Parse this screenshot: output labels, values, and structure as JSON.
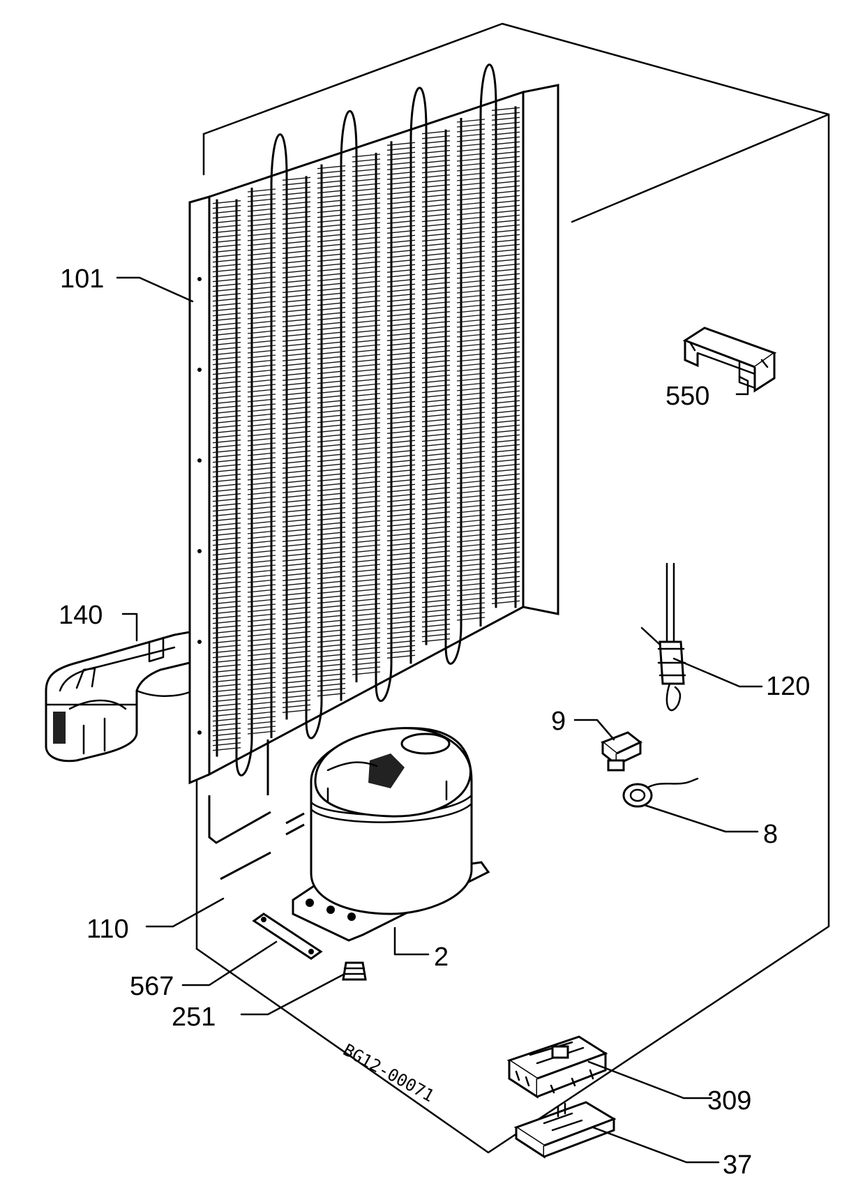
{
  "drawing_code": "BG12-00071",
  "parts": [
    {
      "id": "p101",
      "number": "101"
    },
    {
      "id": "p550",
      "number": "550"
    },
    {
      "id": "p140",
      "number": "140"
    },
    {
      "id": "p120",
      "number": "120"
    },
    {
      "id": "p9",
      "number": "9"
    },
    {
      "id": "p8",
      "number": "8"
    },
    {
      "id": "p110",
      "number": "110"
    },
    {
      "id": "p2",
      "number": "2"
    },
    {
      "id": "p567",
      "number": "567"
    },
    {
      "id": "p251",
      "number": "251"
    },
    {
      "id": "p309",
      "number": "309"
    },
    {
      "id": "p37",
      "number": "37"
    }
  ]
}
